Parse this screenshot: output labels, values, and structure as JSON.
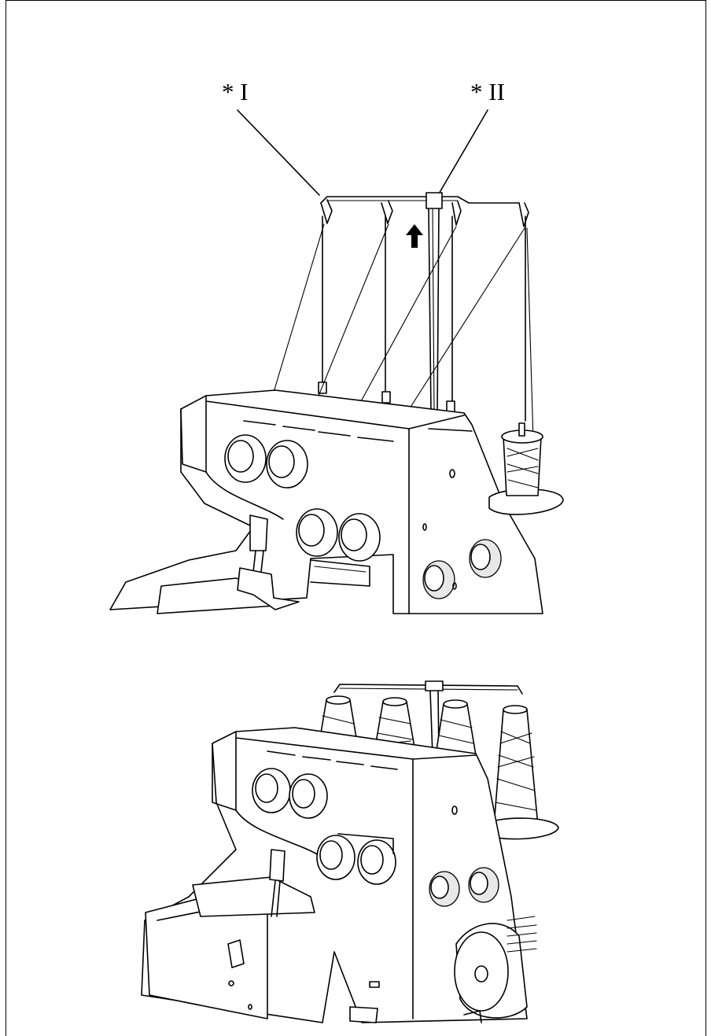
{
  "figure": {
    "callouts": [
      {
        "id": "I",
        "text": "* I"
      },
      {
        "id": "II",
        "text": "* II"
      }
    ],
    "direction_indicator": "arrow-up-icon"
  }
}
